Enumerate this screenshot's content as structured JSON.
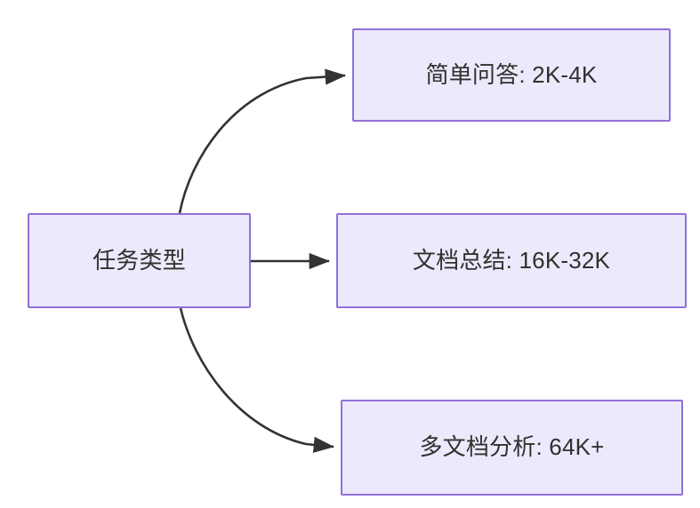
{
  "diagram": {
    "type": "flowchart",
    "direction": "left-to-right",
    "background_color": "#ffffff",
    "node_fill_color": "#ece9fc",
    "node_border_color": "#9070d8",
    "node_text_color": "#30302e",
    "edge_color": "#333333",
    "nodes": [
      {
        "id": "root",
        "label": "任务类型",
        "role": "source"
      },
      {
        "id": "simple-qa",
        "label": "简单问答: 2K-4K",
        "role": "target"
      },
      {
        "id": "doc-summary",
        "label": "文档总结: 16K-32K",
        "role": "target"
      },
      {
        "id": "multi-doc",
        "label": "多文档分析: 64K+",
        "role": "target"
      }
    ],
    "edges": [
      {
        "id": "edge-root-simple-qa",
        "from": "任务类型",
        "to": "简单问答: 2K-4K",
        "style": "curved-arrow",
        "label": ""
      },
      {
        "id": "edge-root-doc-summary",
        "from": "任务类型",
        "to": "文档总结: 16K-32K",
        "style": "straight-arrow",
        "label": ""
      },
      {
        "id": "edge-root-multi-doc",
        "from": "任务类型",
        "to": "多文档分析: 64K+",
        "style": "curved-arrow",
        "label": ""
      }
    ]
  }
}
